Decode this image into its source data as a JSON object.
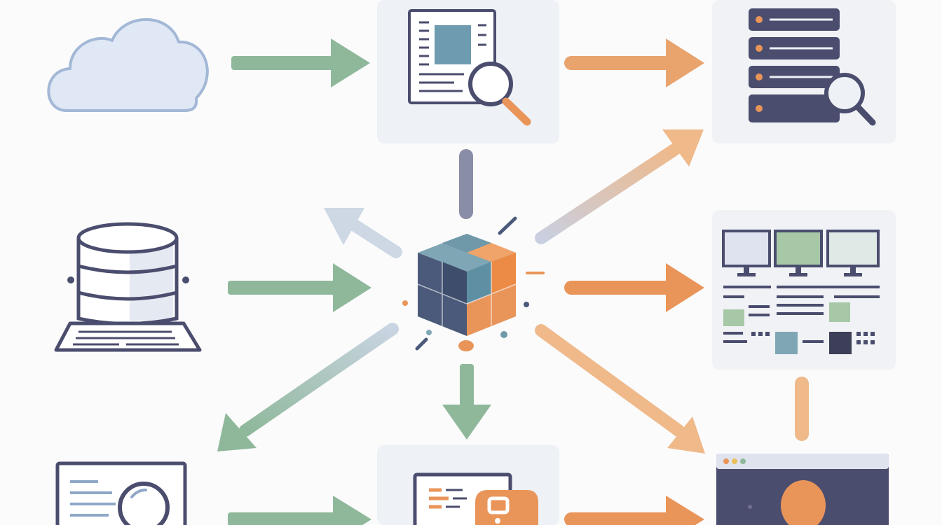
{
  "colors": {
    "background": "#fbfbfc",
    "green": "#8fb89b",
    "orange": "#e9955a",
    "light_orange": "#efb98a",
    "slate": "#4b4d6e",
    "cloud_fill": "#dfe8f4",
    "cloud_stroke": "#9fb6d4",
    "panel": "#eef1f6",
    "teal": "#7fa6b5",
    "muted_green": "#a7c8a6"
  },
  "nodes": [
    {
      "id": "cloud",
      "icon": "cloud-icon"
    },
    {
      "id": "document-inspection",
      "icon": "document-search-icon"
    },
    {
      "id": "server-search",
      "icon": "server-search-icon"
    },
    {
      "id": "database-laptop",
      "icon": "database-laptop-icon"
    },
    {
      "id": "central-cube",
      "icon": "cube-icon"
    },
    {
      "id": "dashboard",
      "icon": "dashboard-monitors-icon"
    },
    {
      "id": "file-search",
      "icon": "file-search-icon"
    },
    {
      "id": "code-editor",
      "icon": "code-editor-icon"
    },
    {
      "id": "user-browser",
      "icon": "user-browser-icon"
    }
  ],
  "edges": [
    {
      "from": "cloud",
      "to": "document-inspection",
      "color": "green"
    },
    {
      "from": "document-inspection",
      "to": "server-search",
      "color": "orange"
    },
    {
      "from": "document-inspection",
      "to": "central-cube",
      "color": "slate"
    },
    {
      "from": "central-cube",
      "to": "server-search",
      "color": "light_orange"
    },
    {
      "from": "central-cube",
      "to": "document-inspection",
      "color": "pale_blue"
    },
    {
      "from": "database-laptop",
      "to": "central-cube",
      "color": "green"
    },
    {
      "from": "central-cube",
      "to": "dashboard",
      "color": "orange"
    },
    {
      "from": "central-cube",
      "to": "file-search",
      "color": "green"
    },
    {
      "from": "central-cube",
      "to": "code-editor",
      "color": "green"
    },
    {
      "from": "central-cube",
      "to": "user-browser",
      "color": "light_orange"
    },
    {
      "from": "dashboard",
      "to": "user-browser",
      "color": "light_orange"
    },
    {
      "from": "file-search",
      "to": "code-editor",
      "color": "green"
    },
    {
      "from": "code-editor",
      "to": "user-browser",
      "color": "orange"
    }
  ]
}
